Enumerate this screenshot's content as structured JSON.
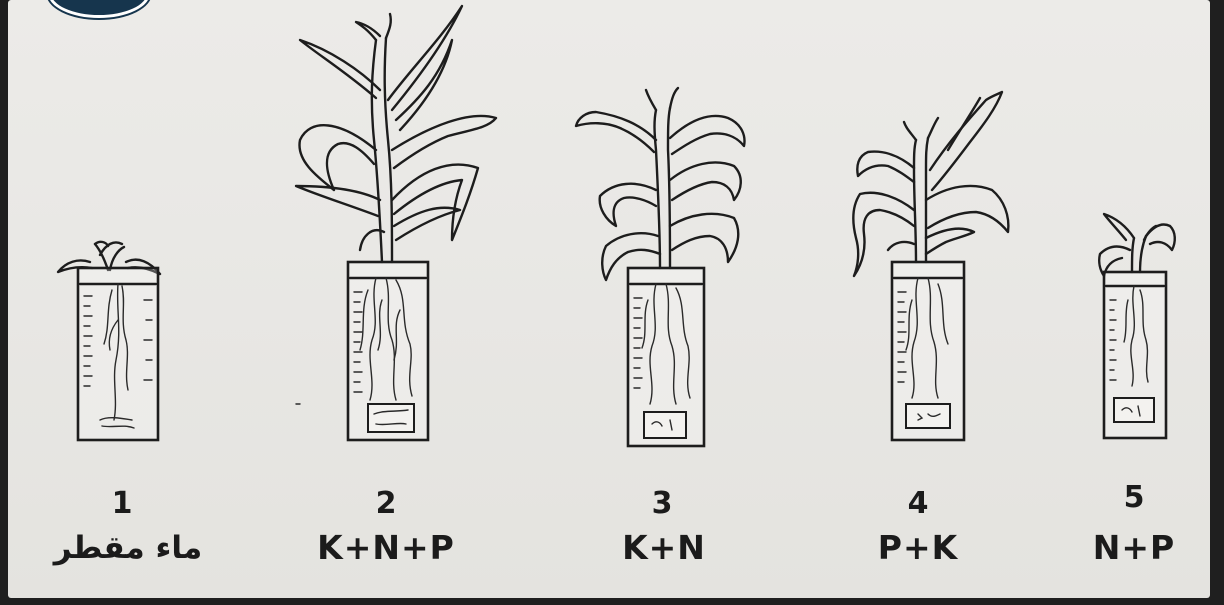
{
  "plants": [
    {
      "number": "1",
      "label": "ماء مقطر",
      "rtl": true
    },
    {
      "number": "2",
      "label": "K+N+P",
      "rtl": false
    },
    {
      "number": "3",
      "label": "K+N",
      "rtl": false
    },
    {
      "number": "4",
      "label": "P+K",
      "rtl": false
    },
    {
      "number": "5",
      "label": "N+P",
      "rtl": false
    }
  ]
}
